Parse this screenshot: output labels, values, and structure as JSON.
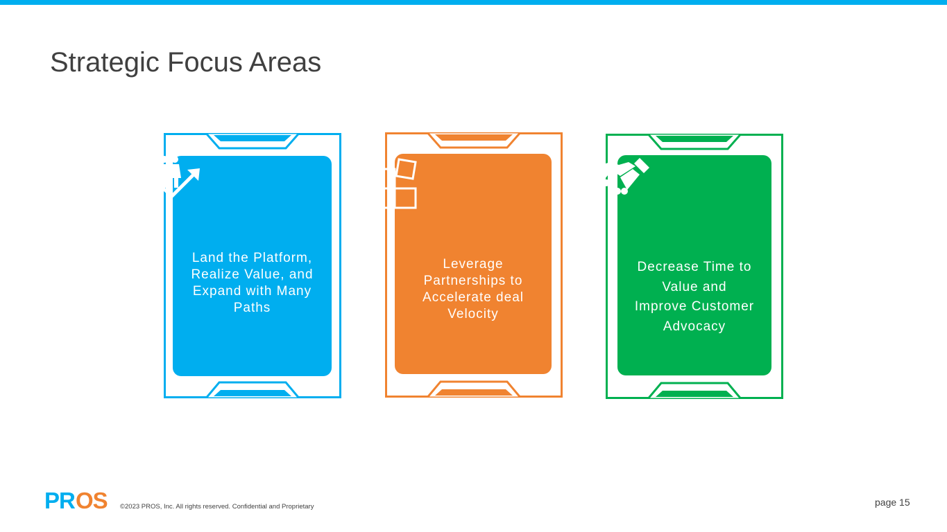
{
  "header": {
    "title": "Strategic Focus Areas"
  },
  "cards": [
    {
      "text": "Land the Platform, Realize Value, and Expand with Many Paths",
      "icon": "people-growth-icon",
      "color": "#00AEEF"
    },
    {
      "text": "Leverage Partnerships to Accelerate deal Velocity",
      "icon": "puzzle-icon",
      "color": "#F08330"
    },
    {
      "text": "Decrease Time to Value and Improve Customer Advocacy",
      "icon": "handshake-icon",
      "color": "#00B050"
    }
  ],
  "footer": {
    "logo": "PROS",
    "copyright": "©2023 PROS, Inc. All rights reserved. Confidential and Proprietary",
    "page": "page 15"
  }
}
